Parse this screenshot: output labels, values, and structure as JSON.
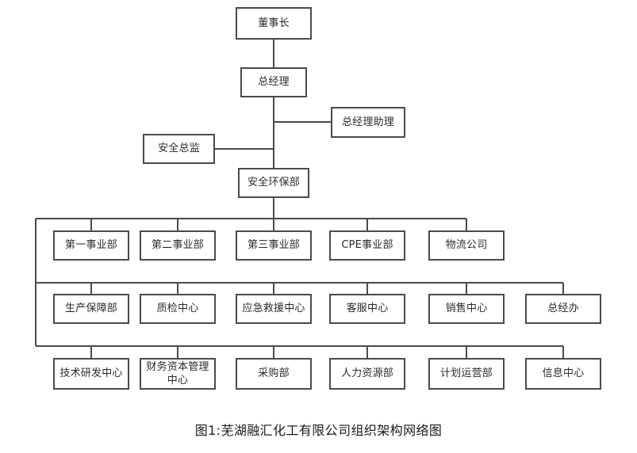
{
  "chart_data": {
    "type": "diagram",
    "title": "图1:芜湖融汇化工有限公司组织架构网络图",
    "diagram_kind": "organization-chart",
    "orientation": "top-down",
    "line_color": "#4a4a4a",
    "box_fill": "#ffffff",
    "background": "#ffffff",
    "levels": [
      {
        "level": 1,
        "nodes": [
          "董事长"
        ]
      },
      {
        "level": 2,
        "nodes": [
          "总经理"
        ]
      },
      {
        "level": 3,
        "nodes": [
          "总经理助理",
          "安全总监"
        ]
      },
      {
        "level": 4,
        "nodes": [
          "安全环保部"
        ]
      },
      {
        "level": 5,
        "nodes": [
          "第一事业部",
          "第二事业部",
          "第三事业部",
          "CPE事业部",
          "物流公司"
        ]
      },
      {
        "level": 6,
        "nodes": [
          "生产保障部",
          "质检中心",
          "应急救援中心",
          "客服中心",
          "销售中心",
          "总经办"
        ]
      },
      {
        "level": 7,
        "nodes": [
          "技术研发中心",
          "财务资本管理中心",
          "采购部",
          "人力资源部",
          "计划运营部",
          "信息中心"
        ]
      }
    ],
    "edges": [
      {
        "from": "董事长",
        "to": "总经理"
      },
      {
        "from": "总经理",
        "to": "总经理助理"
      },
      {
        "from": "总经理",
        "to": "安全总监"
      },
      {
        "from": "总经理",
        "to": "安全环保部"
      },
      {
        "from": "安全环保部",
        "to": "第一事业部"
      },
      {
        "from": "安全环保部",
        "to": "第二事业部"
      },
      {
        "from": "安全环保部",
        "to": "第三事业部"
      },
      {
        "from": "安全环保部",
        "to": "CPE事业部"
      },
      {
        "from": "安全环保部",
        "to": "物流公司"
      },
      {
        "from": "安全环保部",
        "to": "生产保障部"
      },
      {
        "from": "安全环保部",
        "to": "质检中心"
      },
      {
        "from": "安全环保部",
        "to": "应急救援中心"
      },
      {
        "from": "安全环保部",
        "to": "客服中心"
      },
      {
        "from": "安全环保部",
        "to": "销售中心"
      },
      {
        "from": "安全环保部",
        "to": "总经办"
      },
      {
        "from": "安全环保部",
        "to": "技术研发中心"
      },
      {
        "from": "安全环保部",
        "to": "财务资本管理中心"
      },
      {
        "from": "安全环保部",
        "to": "采购部"
      },
      {
        "from": "安全环保部",
        "to": "人力资源部"
      },
      {
        "from": "安全环保部",
        "to": "计划运营部"
      },
      {
        "from": "安全环保部",
        "to": "信息中心"
      }
    ]
  },
  "chart": {
    "chairman": "董事长",
    "general_manager": "总经理",
    "gm_assistant": "总经理助理",
    "safety_director": "安全总监",
    "safety_env_dept": "安全环保部",
    "row1": {
      "div1": "第一事业部",
      "div2": "第二事业部",
      "div3": "第三事业部",
      "div_cpe": "CPE事业部",
      "logistics": "物流公司"
    },
    "row2": {
      "production": "生产保障部",
      "quality": "质检中心",
      "emergency": "应急救援中心",
      "customer_service": "客服中心",
      "sales": "销售中心",
      "gm_office": "总经办"
    },
    "row3": {
      "rnd": "技术研发中心",
      "finance": "财务资本管理中心",
      "procurement": "采购部",
      "hr": "人力资源部",
      "planning": "计划运营部",
      "information": "信息中心"
    }
  },
  "caption": "图1:芜湖融汇化工有限公司组织架构网络图"
}
